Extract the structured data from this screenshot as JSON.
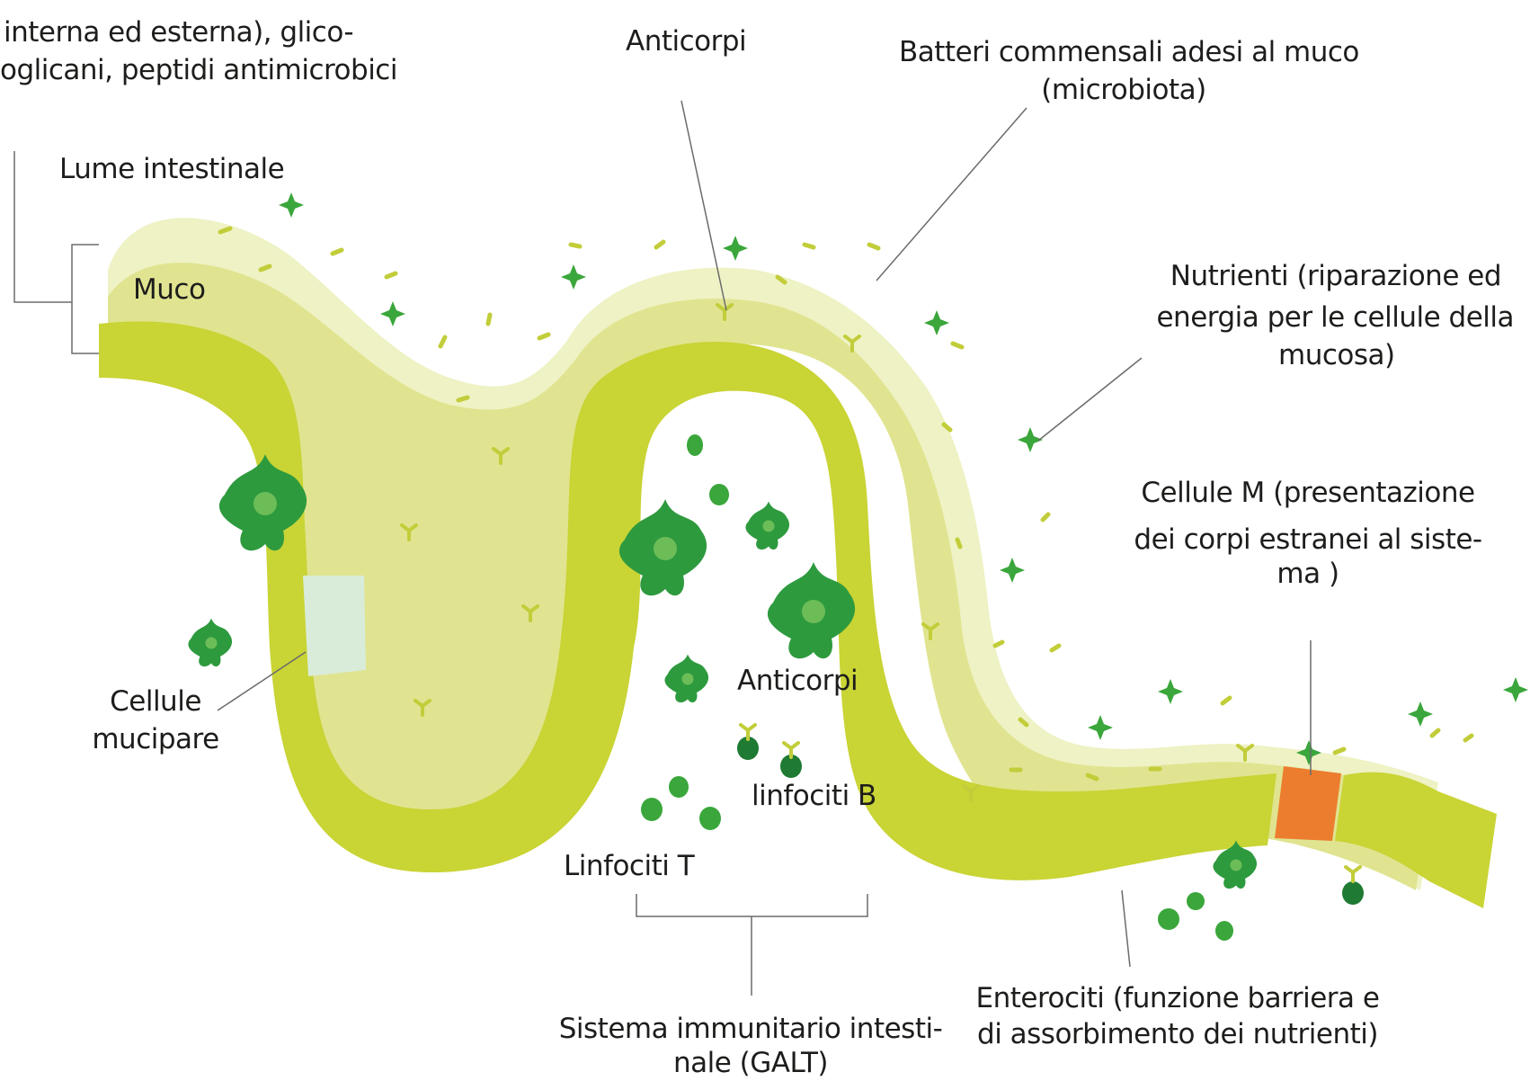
{
  "colors": {
    "enterocytes": "#c9d435",
    "mucus_inner": "#e0e490",
    "mucus_outer": "#eef2c4",
    "goblet_cell": "#d9ecd9",
    "m_cell": "#ec7d2e",
    "immune_dark": "#2e9a3e",
    "immune_nucleus": "#6cbd58",
    "microbe_green": "#3aa63b",
    "antibody_yellow": "#c2cd3a",
    "line": "#6b6b6b"
  },
  "labels": {
    "mucus_components_line1": "interna ed esterna), glico-",
    "mucus_components_line2": "oglicani, peptidi antimicrobici",
    "antibodies_top": "Anticorpi",
    "bacteria_line1": "Batteri commensali adesi al muco",
    "bacteria_line2": "(microbiota)",
    "lumen": "Lume intestinale",
    "mucus": "Muco",
    "nutrients_line1": "Nutrienti (riparazione ed",
    "nutrients_line2": "energia per le cellule della",
    "nutrients_line3": "mucosa)",
    "m_cells_line1": "Cellule M (presentazione",
    "m_cells_line2": "dei corpi estranei al siste-",
    "m_cells_line3": "ma )",
    "goblet_line1": "Cellule",
    "goblet_line2": "mucipare",
    "antibodies_middle": "Anticorpi",
    "b_lymphocytes": "linfociti B",
    "t_lymphocytes": "Linfociti T",
    "galt_line1": "Sistema immunitario intesti-",
    "galt_line2": "nale (GALT)",
    "enterocytes_line1": "Enterociti (funzione barriera e",
    "enterocytes_line2": "di assorbimento dei nutrienti)"
  }
}
